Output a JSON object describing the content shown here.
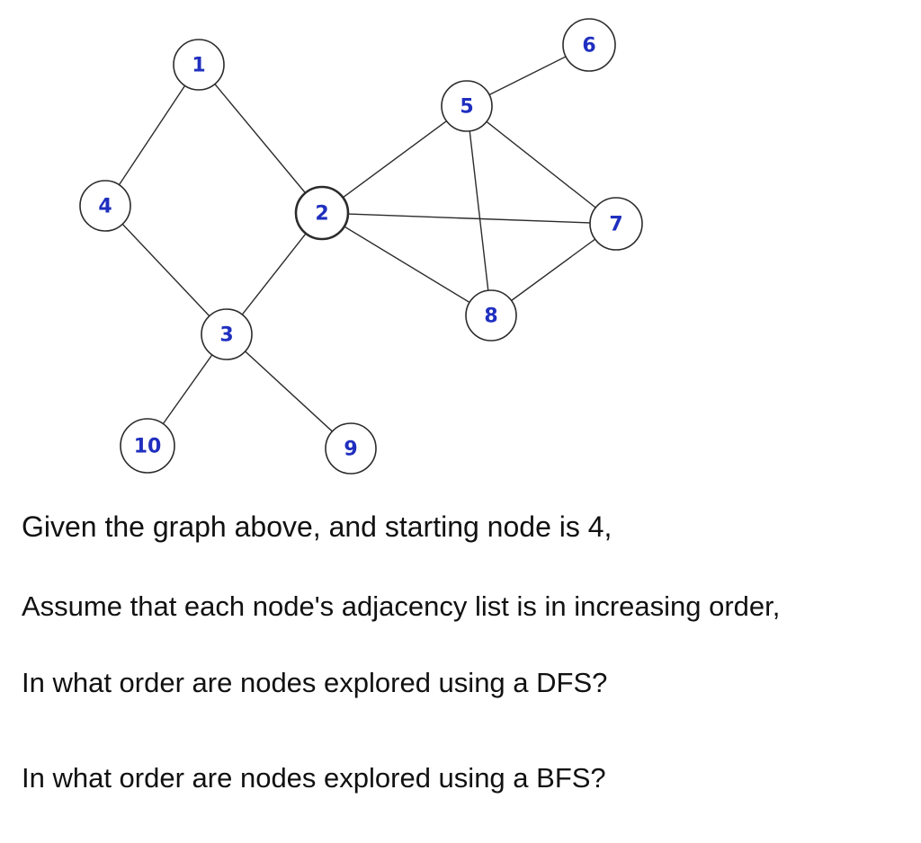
{
  "graph": {
    "nodes": [
      {
        "id": "1",
        "label": "1",
        "bold": false
      },
      {
        "id": "2",
        "label": "2",
        "bold": true
      },
      {
        "id": "3",
        "label": "3",
        "bold": false
      },
      {
        "id": "4",
        "label": "4",
        "bold": false
      },
      {
        "id": "5",
        "label": "5",
        "bold": false
      },
      {
        "id": "6",
        "label": "6",
        "bold": false
      },
      {
        "id": "7",
        "label": "7",
        "bold": false
      },
      {
        "id": "8",
        "label": "8",
        "bold": false
      },
      {
        "id": "9",
        "label": "9",
        "bold": false
      },
      {
        "id": "10",
        "label": "10",
        "bold": false
      }
    ],
    "edges": [
      [
        "1",
        "4"
      ],
      [
        "1",
        "2"
      ],
      [
        "4",
        "3"
      ],
      [
        "2",
        "3"
      ],
      [
        "2",
        "5"
      ],
      [
        "2",
        "7"
      ],
      [
        "2",
        "8"
      ],
      [
        "5",
        "6"
      ],
      [
        "5",
        "7"
      ],
      [
        "5",
        "8"
      ],
      [
        "7",
        "8"
      ],
      [
        "3",
        "10"
      ],
      [
        "3",
        "9"
      ]
    ],
    "label_color": "#1f2fbf"
  },
  "text": {
    "line1": "Given the graph above, and starting node is 4,",
    "line2": "Assume that each node's adjacency list is in increasing order,",
    "line3": "In what order are nodes explored using a DFS?",
    "line4": "In what order are nodes explored using a BFS?"
  }
}
